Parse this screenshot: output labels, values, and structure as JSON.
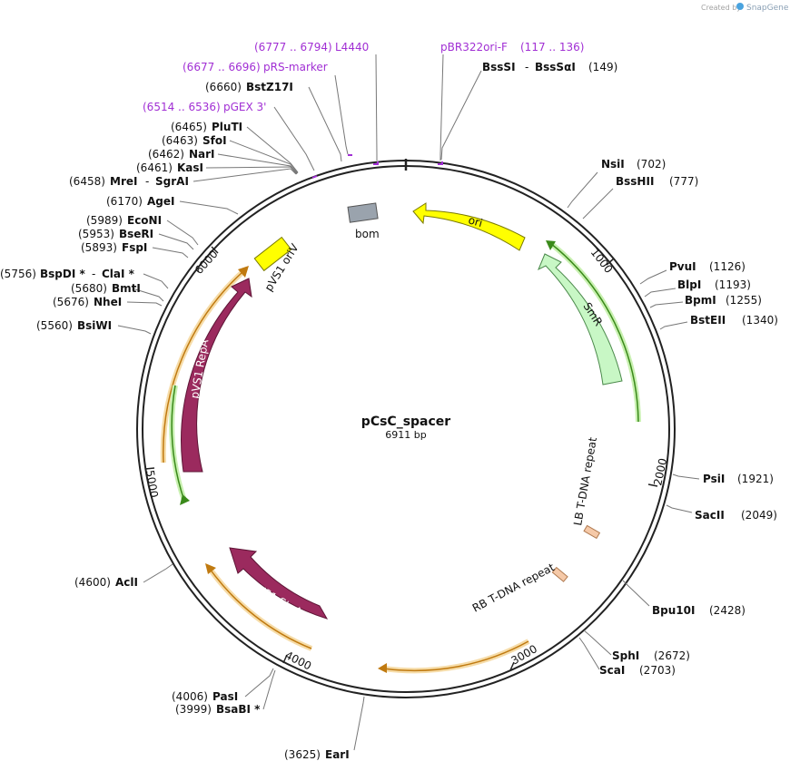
{
  "credit": {
    "prefix": "Created by",
    "brand": "SnapGene"
  },
  "plasmid": {
    "name": "pCsC_spacer",
    "size_label": "6911 bp"
  },
  "ticks": [
    "1000",
    "2000",
    "3000",
    "4000",
    "5000",
    "6000"
  ],
  "enzymes": [
    {
      "pos": "(6777 .. 6794)",
      "name": "L4440",
      "purple": true
    },
    {
      "pos": "(6677 .. 6696)",
      "name": "pRS-marker",
      "purple": true
    },
    {
      "pos": "(6514 .. 6536)",
      "name": "pGEX 3'",
      "purple": true
    },
    {
      "pos": "(117 .. 136)",
      "name": "pBR322ori-F",
      "purple": true
    },
    {
      "pos": "(6660)",
      "name": "BstZ17I"
    },
    {
      "pos": "(6465)",
      "name": "PluTI"
    },
    {
      "pos": "(6463)",
      "name": "SfoI"
    },
    {
      "pos": "(6462)",
      "name": "NarI"
    },
    {
      "pos": "(6461)",
      "name": "KasI"
    },
    {
      "pos": "(6458)",
      "name": "MreI",
      "name2": "SgrAI"
    },
    {
      "pos": "(6170)",
      "name": "AgeI"
    },
    {
      "pos": "(5989)",
      "name": "EcoNI"
    },
    {
      "pos": "(5953)",
      "name": "BseRI"
    },
    {
      "pos": "(5893)",
      "name": "FspI"
    },
    {
      "pos": "(5756)",
      "name": "BspDI *",
      "name2": "ClaI *"
    },
    {
      "pos": "(5680)",
      "name": "BmtI"
    },
    {
      "pos": "(5676)",
      "name": "NheI"
    },
    {
      "pos": "(5560)",
      "name": "BsiWI"
    },
    {
      "pos": "(4600)",
      "name": "AclI"
    },
    {
      "pos": "(4006)",
      "name": "PasI"
    },
    {
      "pos": "(3999)",
      "name": "BsaBI *"
    },
    {
      "pos": "(3625)",
      "name": "EarI"
    },
    {
      "pos": "(149)",
      "name": "BssSI",
      "name2": "BssSαI"
    },
    {
      "pos": "(702)",
      "name": "NsiI"
    },
    {
      "pos": "(777)",
      "name": "BssHII"
    },
    {
      "pos": "(1126)",
      "name": "PvuI"
    },
    {
      "pos": "(1193)",
      "name": "BlpI"
    },
    {
      "pos": "(1255)",
      "name": "BpmI"
    },
    {
      "pos": "(1340)",
      "name": "BstEII"
    },
    {
      "pos": "(1921)",
      "name": "PsiI"
    },
    {
      "pos": "(2049)",
      "name": "SacII"
    },
    {
      "pos": "(2428)",
      "name": "Bpu10I"
    },
    {
      "pos": "(2672)",
      "name": "SphI"
    },
    {
      "pos": "(2703)",
      "name": "ScaI"
    }
  ],
  "features": [
    {
      "name": "bom",
      "color": "#9aa3ad"
    },
    {
      "name": "ori",
      "color": "#ffff00"
    },
    {
      "name": "SmR",
      "color": "#c8f7c5"
    },
    {
      "name": "pVS1 oriV",
      "color": "#ffff00"
    },
    {
      "name": "pVS1 RepA",
      "color": "#9b2a5e"
    },
    {
      "name": "pVS1 StaA",
      "color": "#9b2a5e"
    },
    {
      "name": "LB T-DNA repeat",
      "color": "#f5c9a8"
    },
    {
      "name": "RB T-DNA repeat",
      "color": "#f5c9a8"
    }
  ],
  "colors": {
    "primer": "#a12fd4",
    "orf_orange": "#f0a830",
    "orf_green": "#6dbf3a"
  }
}
